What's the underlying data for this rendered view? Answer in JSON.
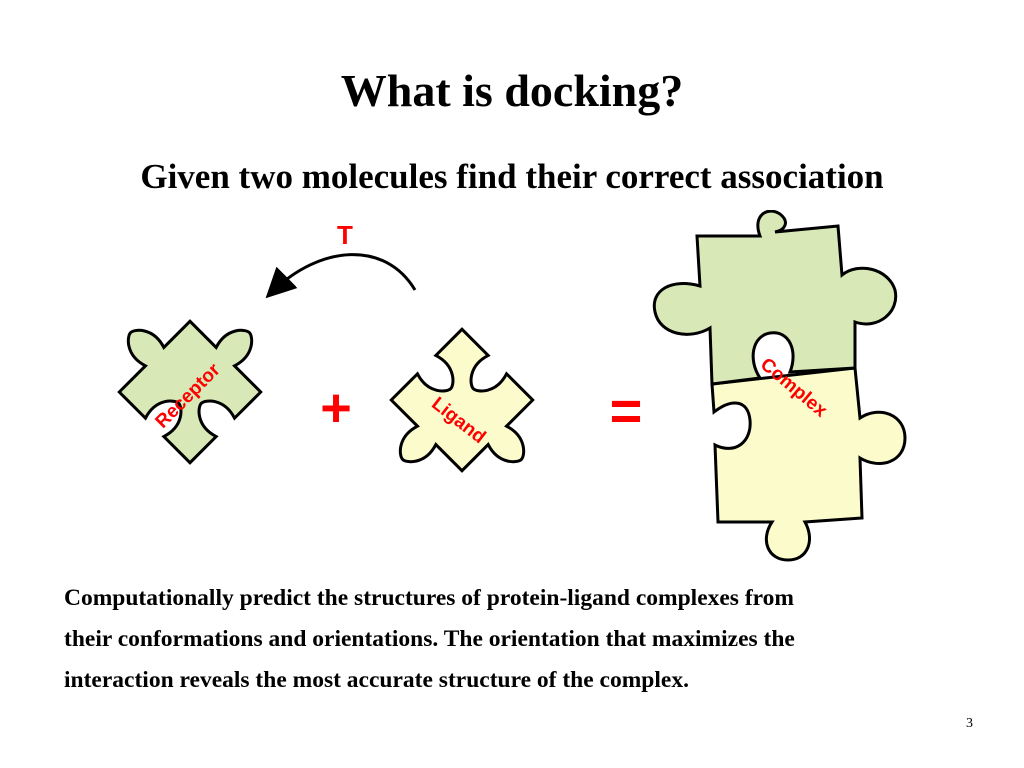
{
  "slide": {
    "title": "What is docking?",
    "subtitle": "Given two molecules find their correct association",
    "body_lines": [
      "Computationally predict the structures of protein-ligand complexes from",
      "their conformations and orientations. The orientation that maximizes the",
      "interaction reveals the most accurate structure of the complex."
    ],
    "page_number": "3"
  },
  "diagram": {
    "transform_label": "T",
    "plus_symbol": "+",
    "equals_symbol": "=",
    "receptor_label": "Receptor",
    "ligand_label": "Ligand",
    "complex_label": "Complex",
    "colors": {
      "receptor_fill": "#d8e8b6",
      "ligand_fill": "#fbfbcc",
      "outline": "#000000",
      "label_red": "#ff0000"
    }
  }
}
